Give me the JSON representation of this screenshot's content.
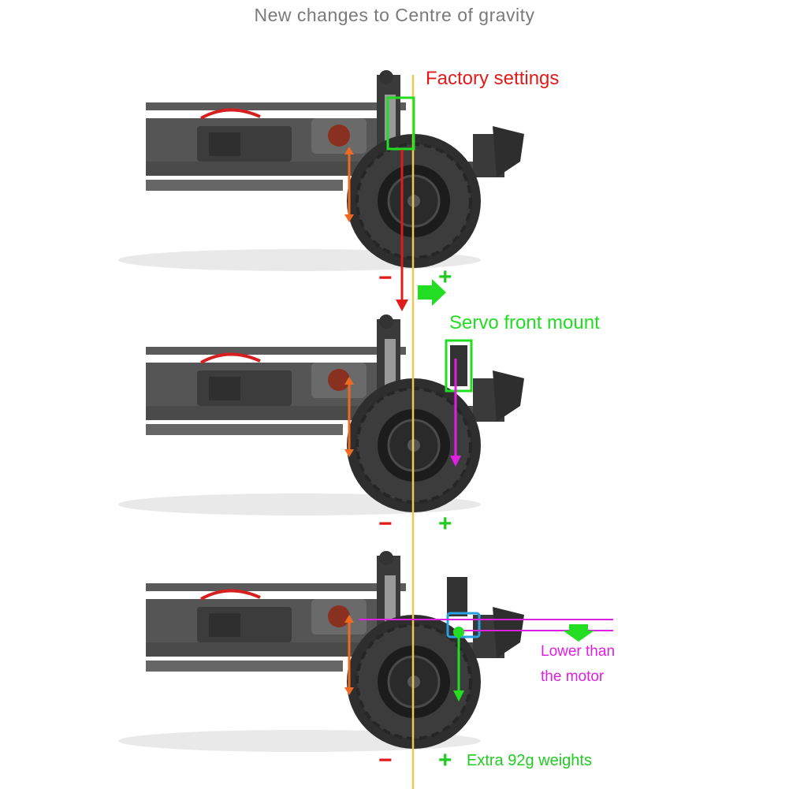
{
  "title": "New changes to Centre of gravity",
  "panels": [
    {
      "label": "Factory settings",
      "minus": "−",
      "plus": "+"
    },
    {
      "label": "Servo front mount",
      "minus": "−",
      "plus": "+"
    },
    {
      "label_line1": "Lower than",
      "label_line2": "the motor",
      "minus": "−",
      "plus": "+",
      "note": "Extra 92g weights"
    }
  ],
  "colors": {
    "factory": "#e01b1b",
    "servo": "#22dd22",
    "lower": "#e020e0",
    "cog_line": "#f0c850",
    "chassis": "#4a4a4a",
    "tire": "#2e2e2e"
  }
}
